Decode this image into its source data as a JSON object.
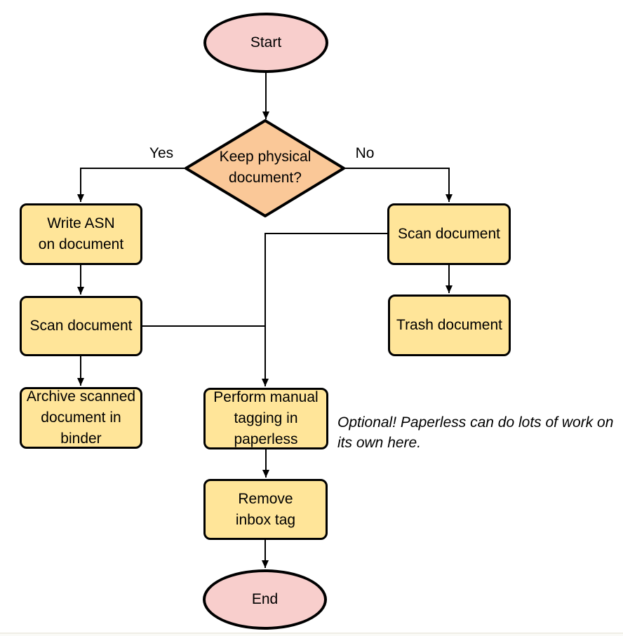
{
  "diagram": {
    "background": "#FFFFFF",
    "nodes": {
      "start": {
        "shape": "terminator",
        "label": "Start",
        "fill": "#F8CECC"
      },
      "decision": {
        "shape": "decision",
        "label": "Keep physical\ndocument?",
        "fill": "#FAC898"
      },
      "write_asn": {
        "shape": "process",
        "label": "Write ASN\non document",
        "fill": "#FFE599"
      },
      "scan_left": {
        "shape": "process",
        "label": "Scan document",
        "fill": "#FFE599"
      },
      "archive": {
        "shape": "process",
        "label": "Archive scanned\ndocument in\nbinder",
        "fill": "#FFE599"
      },
      "scan_right": {
        "shape": "process",
        "label": "Scan document",
        "fill": "#FFE599"
      },
      "trash": {
        "shape": "process",
        "label": "Trash document",
        "fill": "#FFE599"
      },
      "perform_tagging": {
        "shape": "process",
        "label": "Perform manual\ntagging in\npaperless",
        "fill": "#FFE599"
      },
      "remove_inbox": {
        "shape": "process",
        "label": "Remove\ninbox tag",
        "fill": "#FFE599"
      },
      "end": {
        "shape": "terminator",
        "label": "End",
        "fill": "#F8CECC"
      }
    },
    "edge_labels": {
      "yes": "Yes",
      "no": "No"
    },
    "edges": [
      {
        "from": "start",
        "to": "decision",
        "label": ""
      },
      {
        "from": "decision",
        "to": "write_asn",
        "label": "Yes"
      },
      {
        "from": "decision",
        "to": "scan_right",
        "label": "No"
      },
      {
        "from": "write_asn",
        "to": "scan_left",
        "label": ""
      },
      {
        "from": "scan_left",
        "to": "archive",
        "label": ""
      },
      {
        "from": "scan_right",
        "to": "trash",
        "label": ""
      },
      {
        "from": "scan_right",
        "to": "perform_tagging",
        "label": ""
      },
      {
        "from": "scan_left",
        "to": "perform_tagging",
        "label": ""
      },
      {
        "from": "perform_tagging",
        "to": "remove_inbox",
        "label": ""
      },
      {
        "from": "remove_inbox",
        "to": "end",
        "label": ""
      }
    ],
    "note": "Optional! Paperless can do lots of work on\nits own here.",
    "colors": {
      "terminator_fill": "#F8CECC",
      "decision_fill": "#FAC898",
      "process_fill": "#FFE599",
      "line": "#000000",
      "text": "#000000"
    }
  }
}
